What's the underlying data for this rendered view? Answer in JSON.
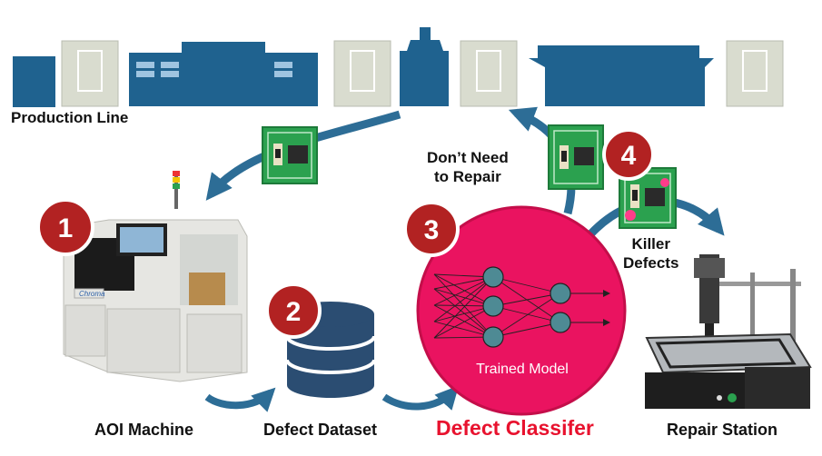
{
  "labels": {
    "production_line": "Production Line",
    "dont_need_line1": "Don’t Need",
    "dont_need_line2": "to Repair",
    "killer_line1": "Killer",
    "killer_line2": "Defects",
    "trained_model": "Trained Model",
    "aoi_machine": "AOI Machine",
    "defect_dataset": "Defect Dataset",
    "defect_classifier": "Defect Classifer",
    "repair_station": "Repair Station",
    "machine_brand": "Chroma"
  },
  "steps": [
    "1",
    "2",
    "3",
    "4"
  ],
  "colors": {
    "line_blue": "#1f628f",
    "module_grey": "#d9dccf",
    "arrow_blue": "#2d6d96",
    "badge_red": "#b22222",
    "classifier_pink": "#ea1360",
    "classifier_text": "#e8122e",
    "chip_green": "#2ba14f",
    "database_blue": "#2b4d72"
  },
  "icons": [
    "production-line-icon",
    "pcb-chip-icon",
    "aoi-machine-icon",
    "database-icon",
    "neural-network-icon",
    "repair-station-icon"
  ]
}
